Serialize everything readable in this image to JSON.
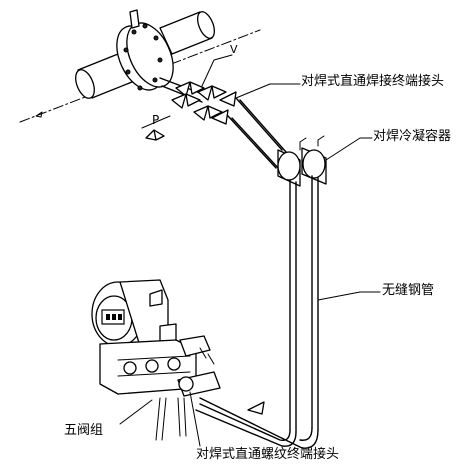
{
  "labels": {
    "weld_straight_weld_end_connector": "对焊式直通焊接终端接头",
    "weld_condenser": "对焊冷凝容器",
    "seamless_steel_pipe": "无缝钢管",
    "five_valve_manifold": "五阀组",
    "weld_straight_thread_end_connector": "对焊式直通螺纹终端接头",
    "valve_letter_v": "V",
    "valve_letter_p": "P"
  }
}
